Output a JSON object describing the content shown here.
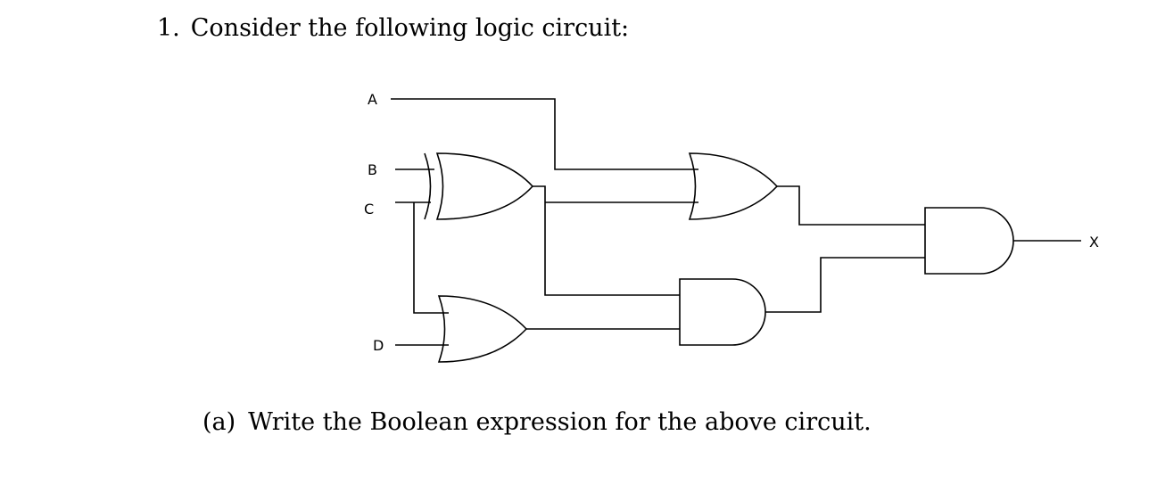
{
  "question": {
    "number": "1.",
    "text": "Consider the following logic circuit:"
  },
  "circuit": {
    "inputs": [
      "A",
      "B",
      "C",
      "D"
    ],
    "output": "X",
    "gates": [
      {
        "id": "g1",
        "type": "XOR",
        "inputs": [
          "B",
          "C"
        ]
      },
      {
        "id": "g2",
        "type": "OR",
        "inputs": [
          "A",
          "g1"
        ]
      },
      {
        "id": "g3",
        "type": "OR",
        "inputs": [
          "C",
          "D"
        ]
      },
      {
        "id": "g4",
        "type": "AND",
        "inputs": [
          "g1",
          "g3"
        ]
      },
      {
        "id": "g5",
        "type": "AND",
        "inputs": [
          "g2",
          "g4"
        ],
        "output": "X"
      }
    ]
  },
  "subquestion": {
    "label": "(a)",
    "text": "Write the Boolean expression for the above circuit."
  }
}
